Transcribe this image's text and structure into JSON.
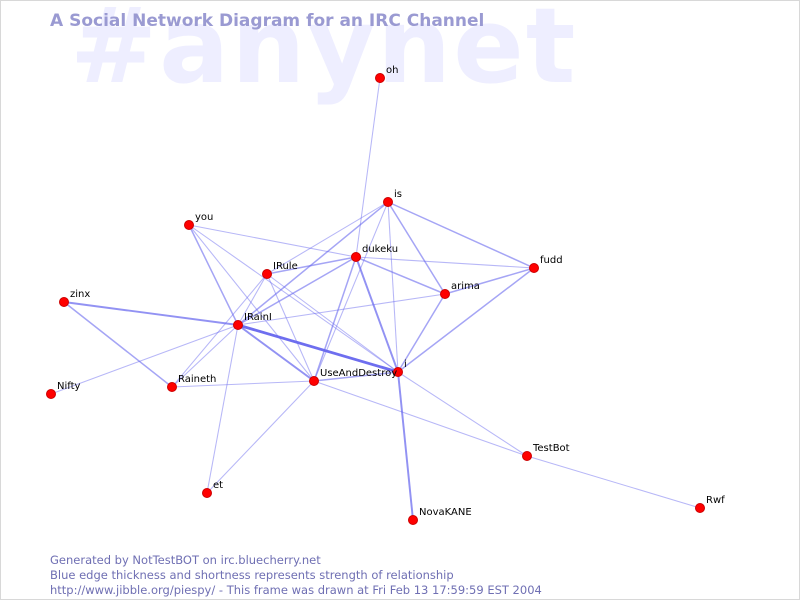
{
  "watermark": "#anynet",
  "title": "A Social Network Diagram for an IRC Channel",
  "colors": {
    "node": "#ff0000",
    "node_stroke": "#cc0000",
    "edge": "#6666ee",
    "title": "#9a9ad2",
    "watermark": "#eeeeff",
    "footer": "#6f6fb3"
  },
  "nodes": [
    {
      "id": "oh",
      "label": "oh"
    },
    {
      "id": "is",
      "label": "is"
    },
    {
      "id": "you",
      "label": "you"
    },
    {
      "id": "dukeku",
      "label": "dukeku"
    },
    {
      "id": "fudd",
      "label": "fudd"
    },
    {
      "id": "IRule",
      "label": "IRule"
    },
    {
      "id": "arima",
      "label": "arima"
    },
    {
      "id": "zinx",
      "label": "zinx"
    },
    {
      "id": "IRainI",
      "label": "IRainI"
    },
    {
      "id": "i",
      "label": "i"
    },
    {
      "id": "UseAndDestroy",
      "label": "UseAndDestroy"
    },
    {
      "id": "Raineth",
      "label": "Raineth"
    },
    {
      "id": "Nifty",
      "label": "Nifty"
    },
    {
      "id": "TestBot",
      "label": "TestBot"
    },
    {
      "id": "et",
      "label": "et"
    },
    {
      "id": "Rwf",
      "label": "Rwf"
    },
    {
      "id": "NovaKANE",
      "label": "NovaKANE"
    }
  ],
  "edges": [
    {
      "source": "IRainI",
      "target": "i",
      "strength": 5
    },
    {
      "source": "zinx",
      "target": "IRainI",
      "strength": 3
    },
    {
      "source": "IRainI",
      "target": "UseAndDestroy",
      "strength": 3
    },
    {
      "source": "dukeku",
      "target": "i",
      "strength": 3
    },
    {
      "source": "i",
      "target": "NovaKANE",
      "strength": 3
    },
    {
      "source": "you",
      "target": "IRainI",
      "strength": 2
    },
    {
      "source": "zinx",
      "target": "Raineth",
      "strength": 2
    },
    {
      "source": "dukeku",
      "target": "UseAndDestroy",
      "strength": 2
    },
    {
      "source": "i",
      "target": "fudd",
      "strength": 2
    },
    {
      "source": "i",
      "target": "arima",
      "strength": 2
    },
    {
      "source": "is",
      "target": "fudd",
      "strength": 2
    },
    {
      "source": "is",
      "target": "arima",
      "strength": 2
    },
    {
      "source": "dukeku",
      "target": "arima",
      "strength": 2
    },
    {
      "source": "IRule",
      "target": "dukeku",
      "strength": 2
    },
    {
      "source": "IRainI",
      "target": "is",
      "strength": 2
    },
    {
      "source": "UseAndDestroy",
      "target": "i",
      "strength": 2
    },
    {
      "source": "arima",
      "target": "fudd",
      "strength": 2
    },
    {
      "source": "IRainI",
      "target": "dukeku",
      "strength": 2
    },
    {
      "source": "IRainI",
      "target": "Nifty",
      "strength": 1
    },
    {
      "source": "IRainI",
      "target": "Raineth",
      "strength": 1
    },
    {
      "source": "IRainI",
      "target": "et",
      "strength": 1
    },
    {
      "source": "IRainI",
      "target": "arima",
      "strength": 1
    },
    {
      "source": "IRainI",
      "target": "IRule",
      "strength": 1
    },
    {
      "source": "oh",
      "target": "dukeku",
      "strength": 1
    },
    {
      "source": "is",
      "target": "IRule",
      "strength": 1
    },
    {
      "source": "is",
      "target": "UseAndDestroy",
      "strength": 1
    },
    {
      "source": "is",
      "target": "i",
      "strength": 1
    },
    {
      "source": "you",
      "target": "dukeku",
      "strength": 1
    },
    {
      "source": "you",
      "target": "UseAndDestroy",
      "strength": 1
    },
    {
      "source": "you",
      "target": "i",
      "strength": 1
    },
    {
      "source": "dukeku",
      "target": "fudd",
      "strength": 1
    },
    {
      "source": "IRule",
      "target": "Raineth",
      "strength": 1
    },
    {
      "source": "IRule",
      "target": "UseAndDestroy",
      "strength": 1
    },
    {
      "source": "IRule",
      "target": "i",
      "strength": 1
    },
    {
      "source": "UseAndDestroy",
      "target": "Raineth",
      "strength": 1
    },
    {
      "source": "UseAndDestroy",
      "target": "et",
      "strength": 1
    },
    {
      "source": "UseAndDestroy",
      "target": "TestBot",
      "strength": 1
    },
    {
      "source": "i",
      "target": "TestBot",
      "strength": 1
    },
    {
      "source": "TestBot",
      "target": "Rwf",
      "strength": 1
    }
  ],
  "footer": {
    "line1": "Generated by NotTestBOT on irc.bluecherry.net",
    "line2": "Blue edge thickness and shortness represents strength of relationship",
    "line3": "http://www.jibble.org/piespy/ - This frame was drawn at Fri Feb 13 17:59:59 EST 2004"
  }
}
